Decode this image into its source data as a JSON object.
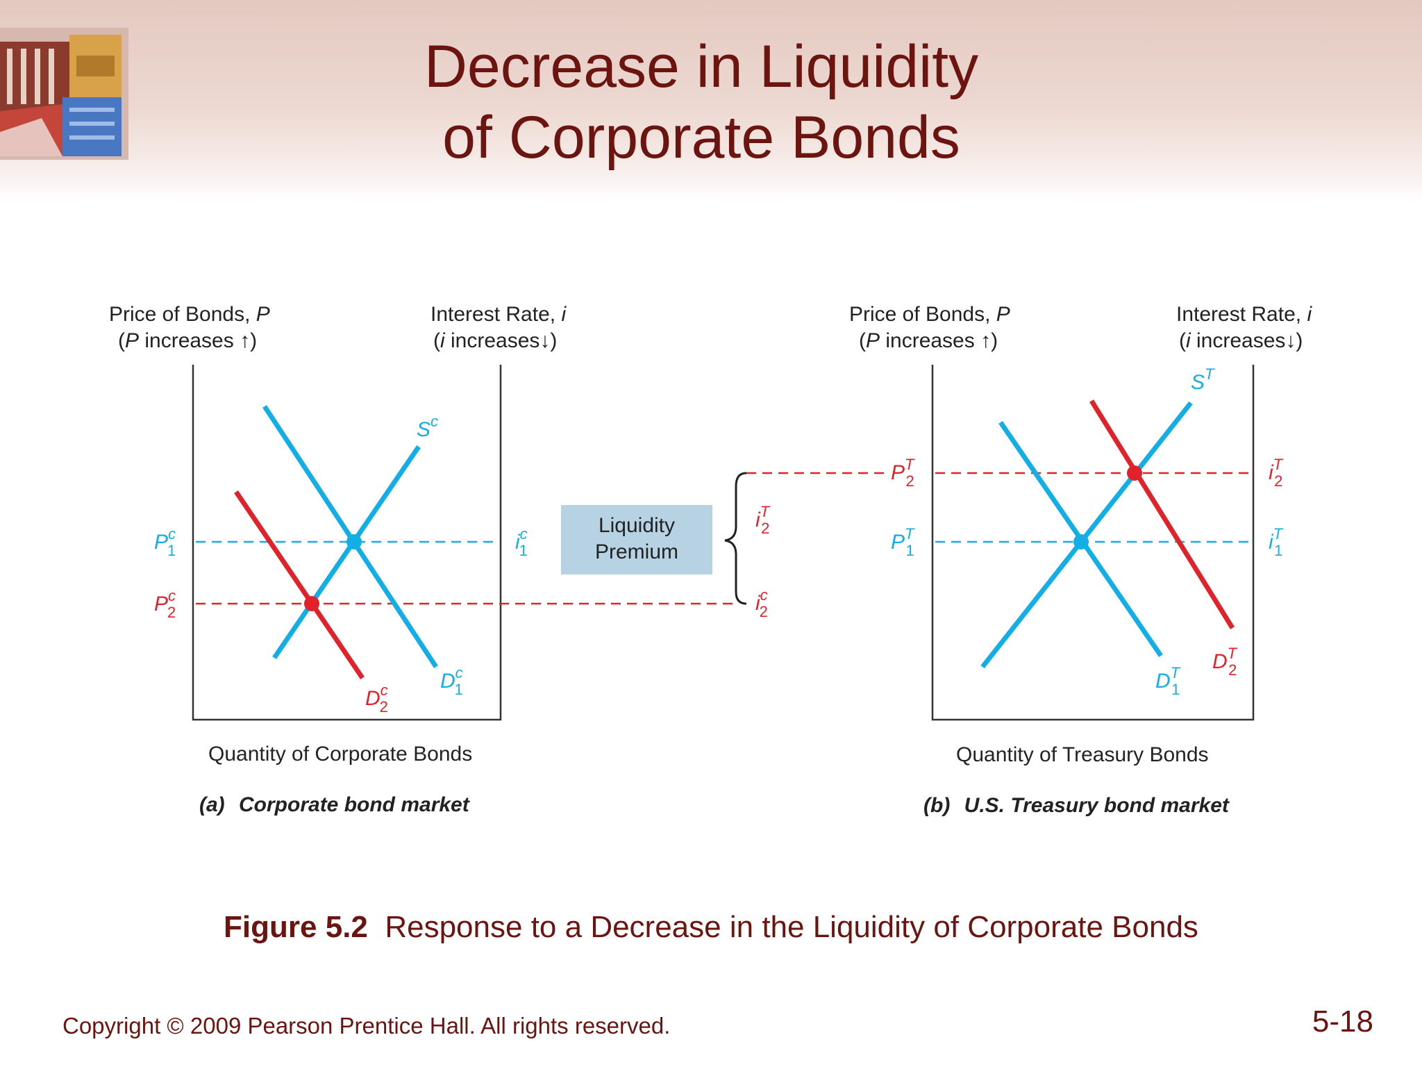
{
  "slide": {
    "title_line1": "Decrease in Liquidity",
    "title_line2": "of Corporate Bonds",
    "caption_bold": "Figure 5.2",
    "caption_text": "Response to a Decrease in the Liquidity of Corporate Bonds",
    "copyright": "Copyright © 2009 Pearson Prentice Hall. All rights reserved.",
    "page_number": "5-18"
  },
  "diagram": {
    "left_panel": {
      "y_axis_left_line1": "Price of Bonds, ",
      "y_axis_left_var": "P",
      "y_axis_left_line2_var": "P",
      "y_axis_left_line2": " increases ↑)",
      "y_axis_right_line1": "Interest Rate, ",
      "y_axis_right_var": "i",
      "y_axis_right_line2_var": "i",
      "y_axis_right_line2": " increases↓)",
      "x_axis": "Quantity of Corporate Bonds",
      "subtitle_letter": "(a)",
      "subtitle": "Corporate  bond  market",
      "supply_label": "S",
      "supply_sup": "c",
      "demand1_label": "D",
      "demand1_sup": "c",
      "demand1_sub": "1",
      "demand2_label": "D",
      "demand2_sup": "c",
      "demand2_sub": "2",
      "p1_label": "P",
      "p1_sup": "c",
      "p1_sub": "1",
      "p2_label": "P",
      "p2_sup": "c",
      "p2_sub": "2",
      "i1_label": "i",
      "i1_sup": "c",
      "i1_sub": "1",
      "i2_label": "i",
      "i2_sup": "c",
      "i2_sub": "2"
    },
    "right_panel": {
      "y_axis_left_line1": "Price of Bonds, ",
      "y_axis_left_var": "P",
      "y_axis_left_line2_var": "P",
      "y_axis_left_line2": " increases ↑)",
      "y_axis_right_line1": "Interest Rate, ",
      "y_axis_right_var": "i",
      "y_axis_right_line2_var": "i",
      "y_axis_right_line2": " increases↓)",
      "x_axis": "Quantity of Treasury  Bonds",
      "subtitle_letter": "(b)",
      "subtitle": "U.S.  Treasury  bond  market",
      "supply_label": "S",
      "supply_sup": "T",
      "demand1_label": "D",
      "demand1_sup": "T",
      "demand1_sub": "1",
      "demand2_label": "D",
      "demand2_sup": "T",
      "demand2_sub": "2",
      "p1_label": "P",
      "p1_sup": "T",
      "p1_sub": "1",
      "p2_label": "P",
      "p2_sup": "T",
      "p2_sub": "2",
      "i1_label": "i",
      "i1_sup": "T",
      "i1_sub": "1",
      "i2_label": "i",
      "i2_sup": "T",
      "i2_sub": "2"
    },
    "premium": {
      "box_line1": "Liquidity",
      "box_line2": "Premium",
      "iT2_label": "i",
      "iT2_sup": "T",
      "iT2_sub": "2",
      "ic2_label": "i",
      "ic2_sup": "c",
      "ic2_sub": "2"
    },
    "colors": {
      "blue": "#14aee6",
      "red": "#e0222b",
      "title": "#6b1410",
      "premium_box": "#b7d3e3"
    }
  }
}
